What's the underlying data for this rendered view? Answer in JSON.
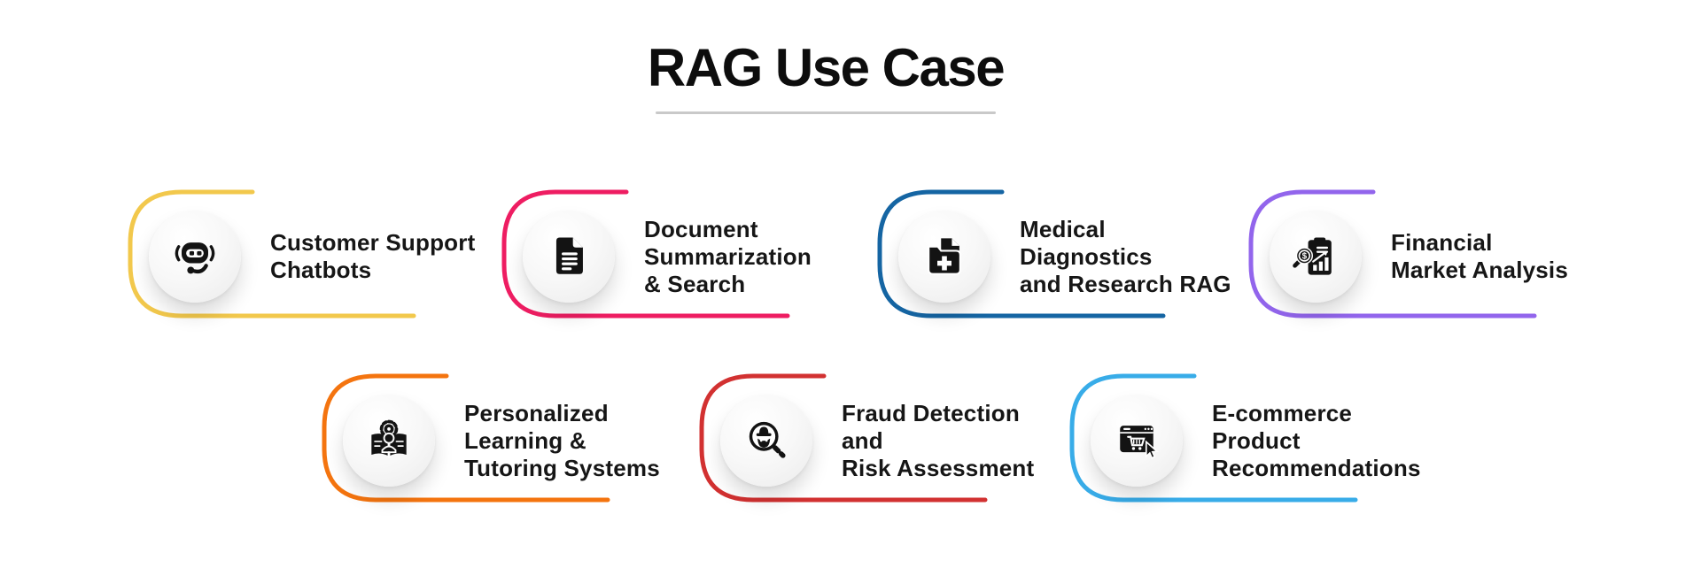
{
  "title": {
    "text": "RAG Use Case"
  },
  "glyphs": {
    "dollar": "$"
  },
  "items": [
    {
      "id": "customer-support-chatbots",
      "lines": [
        "Customer Support",
        "Chatbots"
      ],
      "accent_color": "#F2C84C",
      "icon": "robot-chatbot-icon"
    },
    {
      "id": "document-summarization-search",
      "lines": [
        "Document",
        "Summarization",
        "& Search"
      ],
      "accent_color": "#EE1D62",
      "icon": "document-icon"
    },
    {
      "id": "medical-diagnostics-research-rag",
      "lines": [
        "Medical",
        "Diagnostics",
        "and Research RAG"
      ],
      "accent_color": "#1565A3",
      "icon": "medical-folder-icon"
    },
    {
      "id": "financial-market-analysis",
      "lines": [
        "Financial",
        "Market Analysis"
      ],
      "accent_color": "#9265EC",
      "icon": "financial-report-icon"
    },
    {
      "id": "personalized-learning-tutoring-systems",
      "lines": [
        "Personalized",
        "Learning &",
        "Tutoring Systems"
      ],
      "accent_color": "#F4740F",
      "icon": "learning-book-icon"
    },
    {
      "id": "fraud-detection-risk-assessment",
      "lines": [
        "Fraud Detection",
        "and",
        "Risk Assessment"
      ],
      "accent_color": "#D23131",
      "icon": "fraud-spy-icon"
    },
    {
      "id": "ecommerce-product-recommendations",
      "lines": [
        "E-commerce",
        "Product",
        "Recommendations"
      ],
      "accent_color": "#38ACE8",
      "icon": "ecommerce-cart-icon"
    }
  ]
}
